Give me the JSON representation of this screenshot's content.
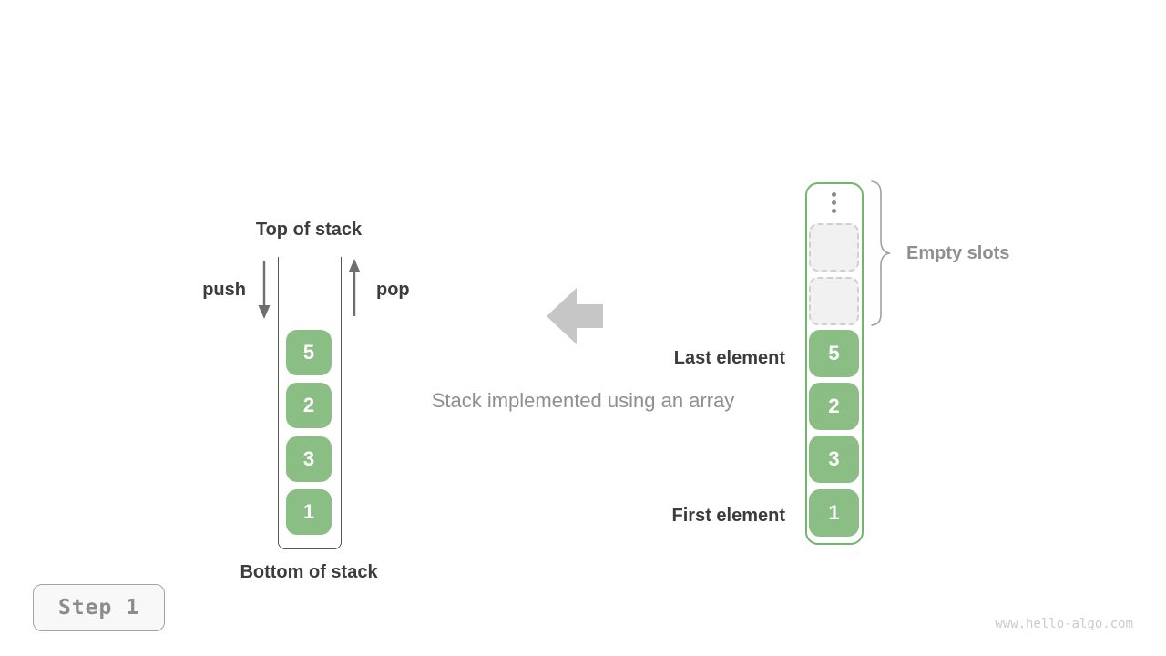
{
  "figure": {
    "caption": "Stack implemented using an array",
    "step_badge_label": "Step 1",
    "watermark": "www.hello-algo.com"
  },
  "stack": {
    "top_label": "Top of stack",
    "bottom_label": "Bottom of stack",
    "push_label": "push",
    "pop_label": "pop",
    "elements": [
      "5",
      "2",
      "3",
      "1"
    ]
  },
  "array": {
    "ellipsis_icon": "vertical-ellipsis",
    "empty_slot_count": 2,
    "empty_slots_label": "Empty slots",
    "last_element_label": "Last element",
    "first_element_label": "First element",
    "elements": [
      "5",
      "2",
      "3",
      "1"
    ]
  },
  "colors": {
    "element_green_fill": "#8BBE85",
    "array_border_green": "#74B56E",
    "dark_label_text": "#3C3C3C",
    "gray_label_text": "#8F8F8F",
    "small_arrow_gray": "#6E6E6E",
    "big_arrow_gray": "#C6C6C6",
    "empty_slot_fill": "#F1F1F1",
    "empty_slot_border": "#CFCFCF",
    "step_badge_text": "#8C8C8C",
    "watermark_gray": "#CBCBCB"
  }
}
